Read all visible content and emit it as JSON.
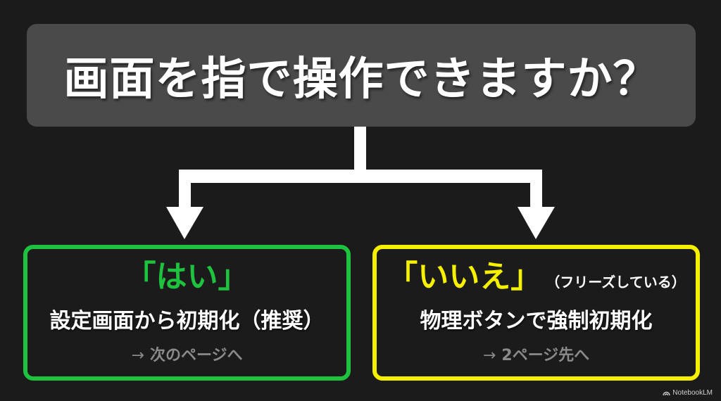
{
  "question": {
    "text": "画面を指で操作できますか？"
  },
  "choices": [
    {
      "label": "「はい」",
      "note": "",
      "action": "設定画面から初期化（推奨）",
      "next": "次のページへ",
      "arrow_glyph": "→",
      "color": "#1fc23e"
    },
    {
      "label": "「いいえ」",
      "note": "（フリーズしている）",
      "action": "物理ボタンで強制初期化",
      "next": "2ページ先へ",
      "arrow_glyph": "→",
      "color": "#f5f000"
    }
  ],
  "watermark": {
    "icon": "notebooklm-logo-icon",
    "text": "NotebookLM"
  },
  "colors": {
    "background": "#1b1b1b",
    "question_box": "#4a4a4a",
    "connector": "#ffffff",
    "secondary_text": "#8a8a8a"
  }
}
